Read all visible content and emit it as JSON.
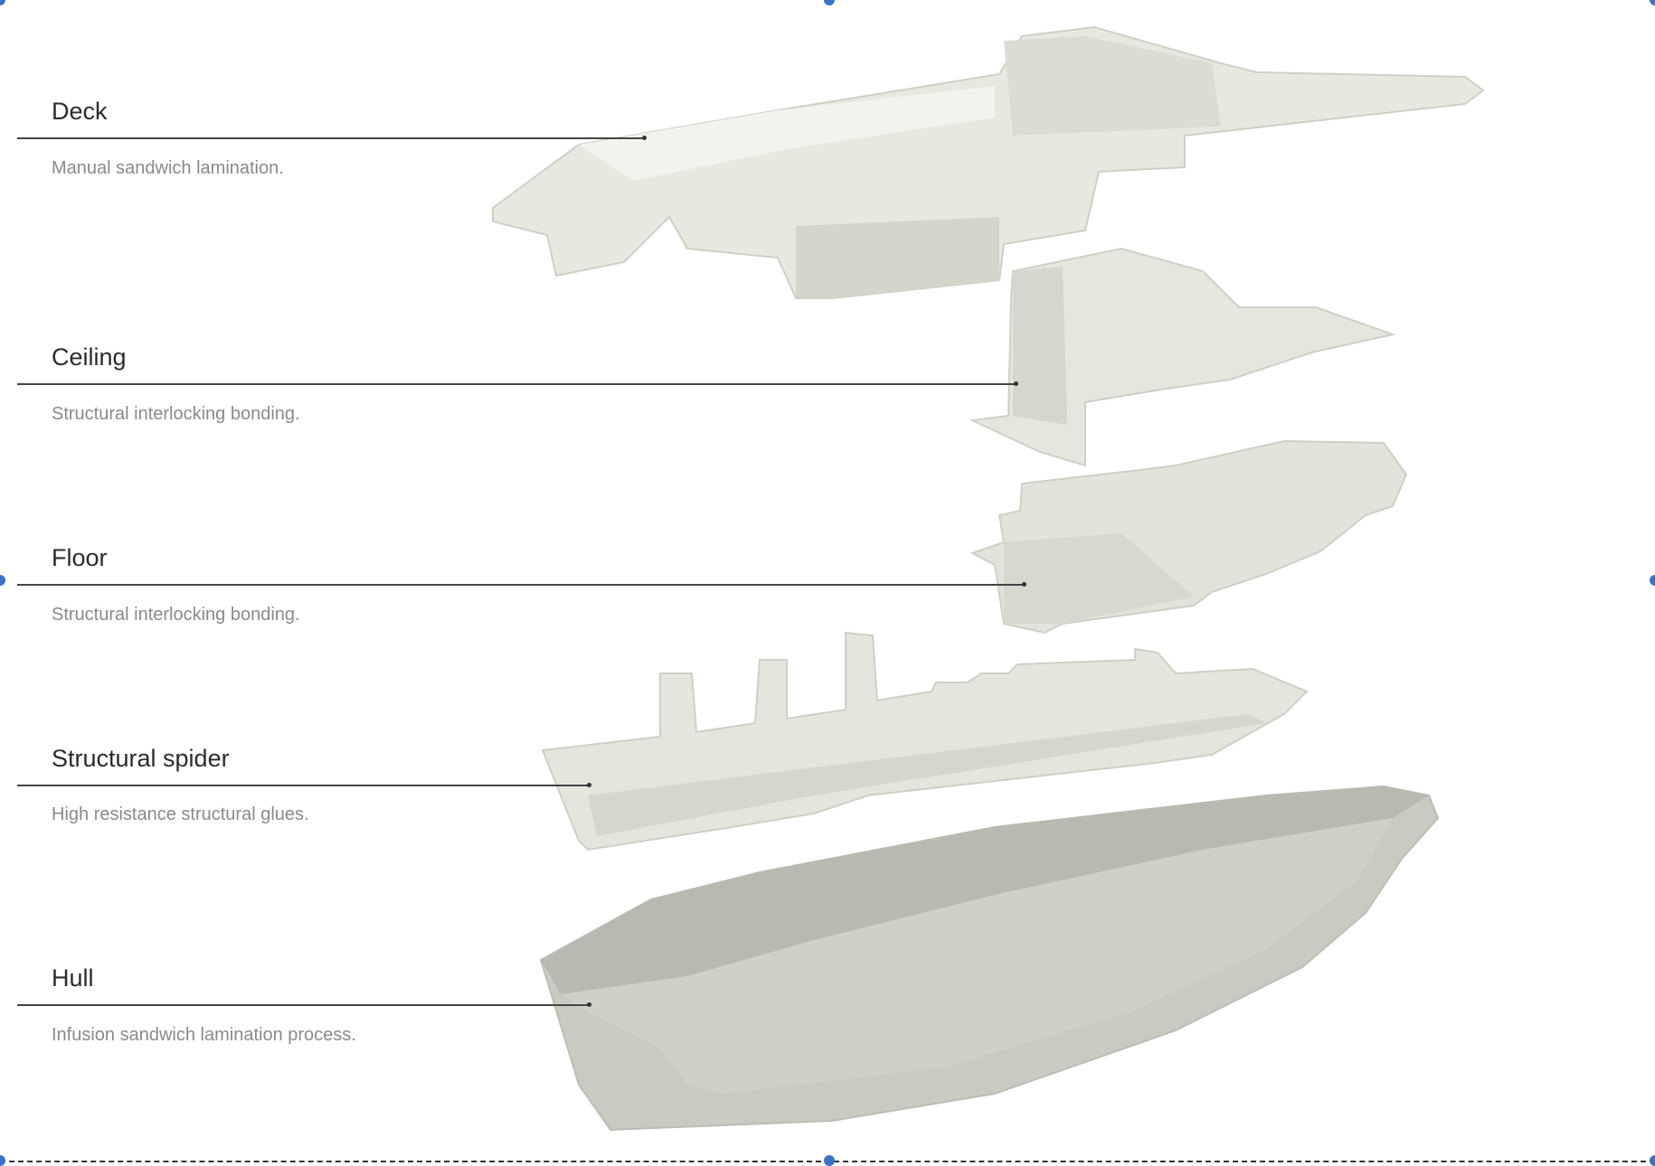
{
  "components": [
    {
      "title": "Deck",
      "description": "Manual sandwich lamination."
    },
    {
      "title": "Ceiling",
      "description": "Structural interlocking bonding."
    },
    {
      "title": "Floor",
      "description": "Structural interlocking bonding."
    },
    {
      "title": "Structural spider",
      "description": "High resistance structural glues."
    },
    {
      "title": "Hull",
      "description": "Infusion sandwich lamination process."
    }
  ],
  "colors": {
    "part": "#e6e6df",
    "part_shadow": "#cfcfc6",
    "hull": "#c9c9c1",
    "handle": "#3a72c4",
    "leader": "#444444"
  }
}
